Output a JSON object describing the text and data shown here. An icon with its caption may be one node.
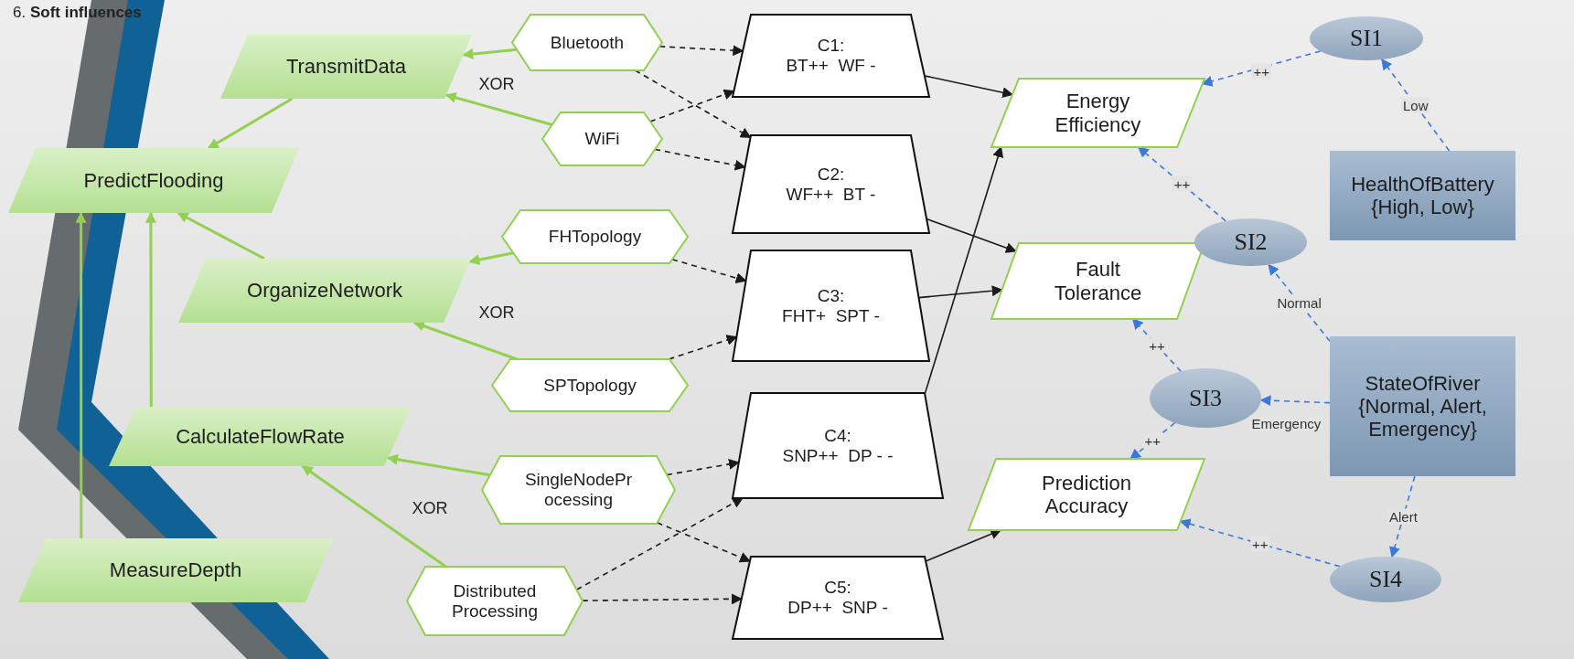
{
  "diagram": {
    "title": "6. **Soft influences**",
    "nodes": [
      {
        "text": [
          "TransmitData"
        ]
      },
      {
        "text": [
          "PredictFlooding"
        ]
      },
      {
        "text": [
          "OrganizeNetwork"
        ]
      },
      {
        "text": [
          "CalculateFlowRate"
        ]
      },
      {
        "text": [
          "MeasureDepth"
        ]
      },
      {
        "text": [
          "Bluetooth"
        ]
      },
      {
        "text": [
          "WiFi"
        ]
      },
      {
        "text": [
          "FHTopology"
        ]
      },
      {
        "text": [
          "SPTopology"
        ]
      },
      {
        "text": [
          "SingleNodeProcessing"
        ]
      },
      {
        "text": [
          "Distributed Processing"
        ]
      },
      {
        "text": [
          "C1:",
          "BT++  WF -"
        ]
      },
      {
        "text": [
          "C2:",
          "WF++  BT -"
        ]
      },
      {
        "text": [
          "C3:",
          "FHT+  SPT -"
        ]
      },
      {
        "text": [
          "C4:",
          "SNP++  DP - -"
        ]
      },
      {
        "text": [
          "C5:",
          "DP++  SNP -"
        ]
      },
      {
        "text": [
          "Energy Efficiency"
        ]
      },
      {
        "text": [
          "Fault Tolerance"
        ]
      },
      {
        "text": [
          "Prediction Accuracy"
        ]
      },
      {
        "text": [
          "SI1"
        ]
      },
      {
        "text": [
          "SI2"
        ]
      },
      {
        "text": [
          "SI3"
        ]
      },
      {
        "text": [
          "SI4"
        ]
      },
      {
        "text": [
          "HealthOfBattery",
          "{High, Low}"
        ]
      },
      {
        "text": [
          "StateOfRiver",
          "{Normal, Alert, Emergency}"
        ]
      }
    ],
    "edges": [
      {
        "from": 5,
        "to": 0,
        "arrow": "to",
        "color": "#92d050"
      },
      {
        "from": 6,
        "to": 0,
        "arrow": "to",
        "color": "#92d050"
      },
      {
        "from": 0,
        "to": 1,
        "arrow": "to",
        "color": "#92d050"
      },
      {
        "from": 2,
        "to": 1,
        "arrow": "to",
        "color": "#92d050"
      },
      {
        "from": 3,
        "to": 1,
        "arrow": "to",
        "color": "#92d050"
      },
      {
        "from": 4,
        "to": 1,
        "arrow": "to",
        "color": "#92d050"
      },
      {
        "from": 7,
        "to": 2,
        "arrow": "to",
        "color": "#92d050"
      },
      {
        "from": 8,
        "to": 2,
        "arrow": "to",
        "color": "#92d050"
      },
      {
        "from": 9,
        "to": 3,
        "arrow": "to",
        "color": "#92d050"
      },
      {
        "from": 10,
        "to": 3,
        "arrow": "to",
        "color": "#92d050"
      },
      {
        "from": 5,
        "to": 11,
        "arrow": "to",
        "style": "dashed"
      },
      {
        "from": 5,
        "to": 12,
        "arrow": "to",
        "style": "dashed"
      },
      {
        "from": 6,
        "to": 11,
        "arrow": "to",
        "style": "dashed"
      },
      {
        "from": 6,
        "to": 12,
        "arrow": "to",
        "style": "dashed"
      },
      {
        "from": 7,
        "to": 13,
        "arrow": "to",
        "style": "dashed"
      },
      {
        "from": 8,
        "to": 13,
        "arrow": "to",
        "style": "dashed"
      },
      {
        "from": 9,
        "to": 14,
        "arrow": "to",
        "style": "dashed"
      },
      {
        "from": 9,
        "to": 15,
        "arrow": "to",
        "style": "dashed"
      },
      {
        "from": 10,
        "to": 14,
        "arrow": "to",
        "style": "dashed"
      },
      {
        "from": 10,
        "to": 15,
        "arrow": "to",
        "style": "dashed"
      },
      {
        "from": 11,
        "to": 16,
        "arrow": "to"
      },
      {
        "from": 12,
        "to": 17,
        "arrow": "to"
      },
      {
        "from": 13,
        "to": 17,
        "arrow": "to"
      },
      {
        "from": 14,
        "to": 16,
        "arrow": "to"
      },
      {
        "from": 15,
        "to": 18,
        "arrow": "to"
      },
      {
        "from": 19,
        "to": 16,
        "arrow": "to",
        "label": "++",
        "style": "dashed",
        "color": "#3c78d8"
      },
      {
        "from": 23,
        "to": 19,
        "arrow": "to",
        "label": "Low",
        "style": "dashed",
        "color": "#3c78d8"
      },
      {
        "from": 20,
        "to": 16,
        "arrow": "to",
        "label": "++",
        "style": "dashed",
        "color": "#3c78d8"
      },
      {
        "from": 24,
        "to": 20,
        "arrow": "to",
        "label": "Normal",
        "style": "dashed",
        "color": "#3c78d8"
      },
      {
        "from": 21,
        "to": 17,
        "arrow": "to",
        "label": "++",
        "style": "dashed",
        "color": "#3c78d8"
      },
      {
        "from": 24,
        "to": 21,
        "arrow": "to",
        "label": "Emergency",
        "style": "dashed",
        "color": "#3c78d8"
      },
      {
        "from": 21,
        "to": 18,
        "arrow": "to",
        "label": "++",
        "style": "dashed",
        "color": "#3c78d8"
      },
      {
        "from": 24,
        "to": 22,
        "arrow": "to",
        "label": "Alert",
        "style": "dashed",
        "color": "#3c78d8"
      },
      {
        "from": 22,
        "to": 18,
        "arrow": "to",
        "label": "++",
        "style": "dashed",
        "color": "#3c78d8"
      }
    ],
    "labels": [
      "XOR",
      "XOR",
      "XOR"
    ]
  }
}
